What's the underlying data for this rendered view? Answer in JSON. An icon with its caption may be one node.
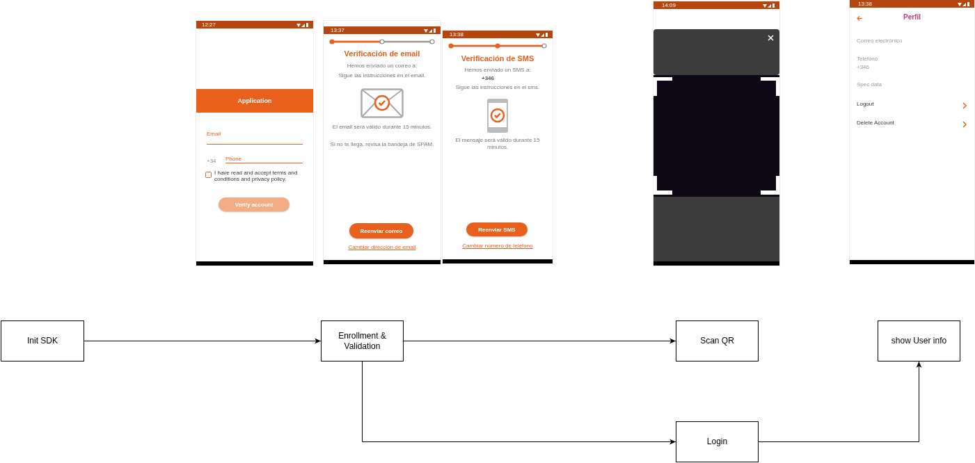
{
  "diagram": {
    "nodes": [
      {
        "text": [
          "Init SDK"
        ]
      },
      {
        "text": [
          "Enrollment & Validation"
        ]
      },
      {
        "text": [
          "Scan QR"
        ]
      },
      {
        "text": [
          "show User info"
        ]
      },
      {
        "text": [
          "Login"
        ]
      }
    ],
    "edges": [
      {
        "from": 0,
        "to": 1,
        "arrow": "to"
      },
      {
        "from": 1,
        "to": 2,
        "arrow": "to"
      },
      {
        "from": 1,
        "to": 4,
        "arrow": "to"
      },
      {
        "from": 4,
        "to": 3,
        "arrow": "to"
      }
    ],
    "labels": [
      "12:27",
      "Application",
      "Email",
      "+34 ",
      "Phone",
      "I have read and accept terms and conditions and privacy policy.",
      "Verify account",
      "13:37",
      "Verificación de email",
      "Hemos enviado un correo a:",
      "Sigue las instrucciones en el email.",
      "El email será válido durante 15 minutos.",
      "Si no te llega, revisa la bandeja de SPAM.",
      "Reenviar correo",
      "Cambiar dirección de email",
      "13:38",
      "Verificación de SMS",
      "Hemos enviado un SMS a:",
      "+346",
      "Sigue las instrucciones en el sms.",
      "El mensaje será válido durante 15 minutos.",
      "Reenviar SMS",
      "Cambiar número de teléfono",
      "14:09",
      "13:38",
      "Perfil",
      "Correo electrónico",
      "Teléfono",
      "+346",
      "Spec data",
      "Logout",
      "Delete Account"
    ]
  }
}
